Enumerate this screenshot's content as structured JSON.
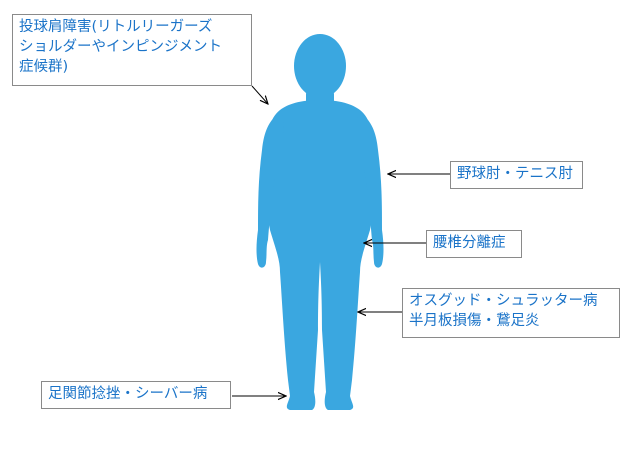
{
  "colors": {
    "body_silhouette": "#3aa7e0",
    "label_text": "#1a73c8",
    "label_border": "#8a8a8a",
    "arrow": "#000000",
    "background": "#ffffff"
  },
  "labels": {
    "shoulder": {
      "lines": [
        "投球肩障害(リトルリーガーズ",
        "ショルダーやインピンジメント",
        "症候群)"
      ]
    },
    "elbow": {
      "lines": [
        "野球肘・テニス肘"
      ]
    },
    "lower_back": {
      "lines": [
        "腰椎分離症"
      ]
    },
    "knee": {
      "lines": [
        "オスグッド・シュラッター病",
        "半月板損傷・鵞足炎"
      ]
    },
    "ankle": {
      "lines": [
        "足関節捻挫・シーバー病"
      ]
    }
  }
}
